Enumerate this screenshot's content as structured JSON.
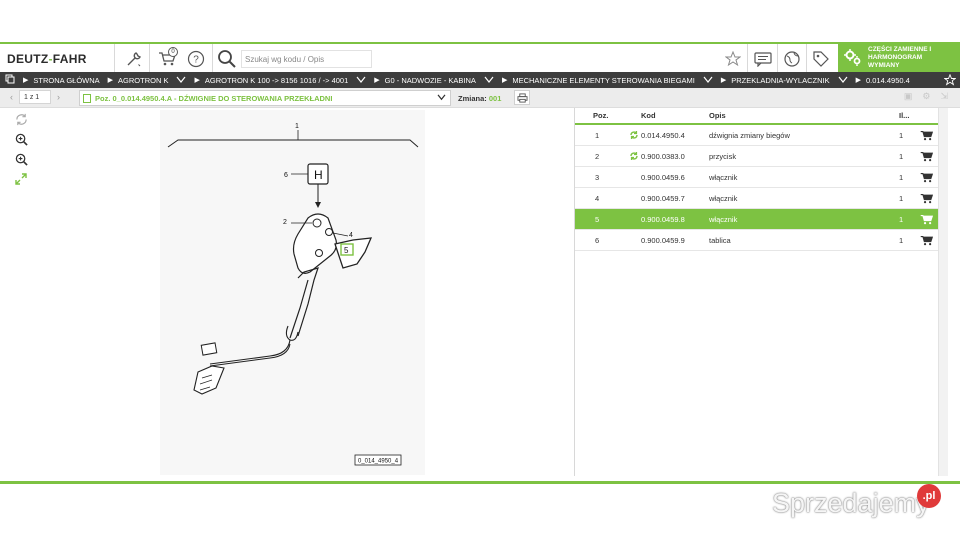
{
  "header": {
    "logo_left": "DEUTZ",
    "logo_dash": "-",
    "logo_right": "FAHR",
    "cart_count": "0",
    "search_placeholder": "Szukaj wg kodu / Opis",
    "green_panel_line1": "CZĘŚCI ZAMIENNE I",
    "green_panel_line2": "HARMONOGRAM",
    "green_panel_line3": "WYMIANY"
  },
  "breadcrumb": {
    "items": [
      "STRONA GŁÓWNA",
      "AGROTRON K",
      "AGROTRON K 100 -> 8156 1016 / -> 4001",
      "G0 - NADWOZIE - KABINA",
      "MECHANICZNE ELEMENTY STEROWANIA BIEGAMI",
      "PRZEKLADNIA-WYLACZNIK",
      "0.014.4950.4"
    ]
  },
  "toolbar": {
    "pager_text": "1 z 1",
    "selected_position": "Poz. 0_0.014.4950.4.A - DŹWIGNIE DO STEROWANIA PRZEKŁADNI",
    "change_label": "Zmiana:",
    "change_value": "001"
  },
  "diagram": {
    "code_label": "0_014_4950_4",
    "callouts": [
      "1",
      "2",
      "4",
      "5",
      "6"
    ],
    "shift_letter": "H"
  },
  "parts_table": {
    "headers": {
      "pos": "Poz.",
      "kod": "Kod",
      "opis": "Opis",
      "il": "Il..."
    },
    "rows": [
      {
        "pos": "1",
        "kod": "0.014.4950.4",
        "opis": "dźwignia zmiany biegów",
        "il": "1",
        "replace_icon": true,
        "selected": false
      },
      {
        "pos": "2",
        "kod": "0.900.0383.0",
        "opis": "przycisk",
        "il": "1",
        "replace_icon": true,
        "selected": false
      },
      {
        "pos": "3",
        "kod": "0.900.0459.6",
        "opis": "włącznik",
        "il": "1",
        "replace_icon": false,
        "selected": false
      },
      {
        "pos": "4",
        "kod": "0.900.0459.7",
        "opis": "włącznik",
        "il": "1",
        "replace_icon": false,
        "selected": false
      },
      {
        "pos": "5",
        "kod": "0.900.0459.8",
        "opis": "włącznik",
        "il": "1",
        "replace_icon": false,
        "selected": true
      },
      {
        "pos": "6",
        "kod": "0.900.0459.9",
        "opis": "tablica",
        "il": "1",
        "replace_icon": false,
        "selected": false
      }
    ]
  },
  "watermark": {
    "text": "Sprzedajemy",
    "suffix": ".pl"
  },
  "colors": {
    "accent": "#7dc242",
    "breadcrumb_bg": "#3d3d3d"
  }
}
